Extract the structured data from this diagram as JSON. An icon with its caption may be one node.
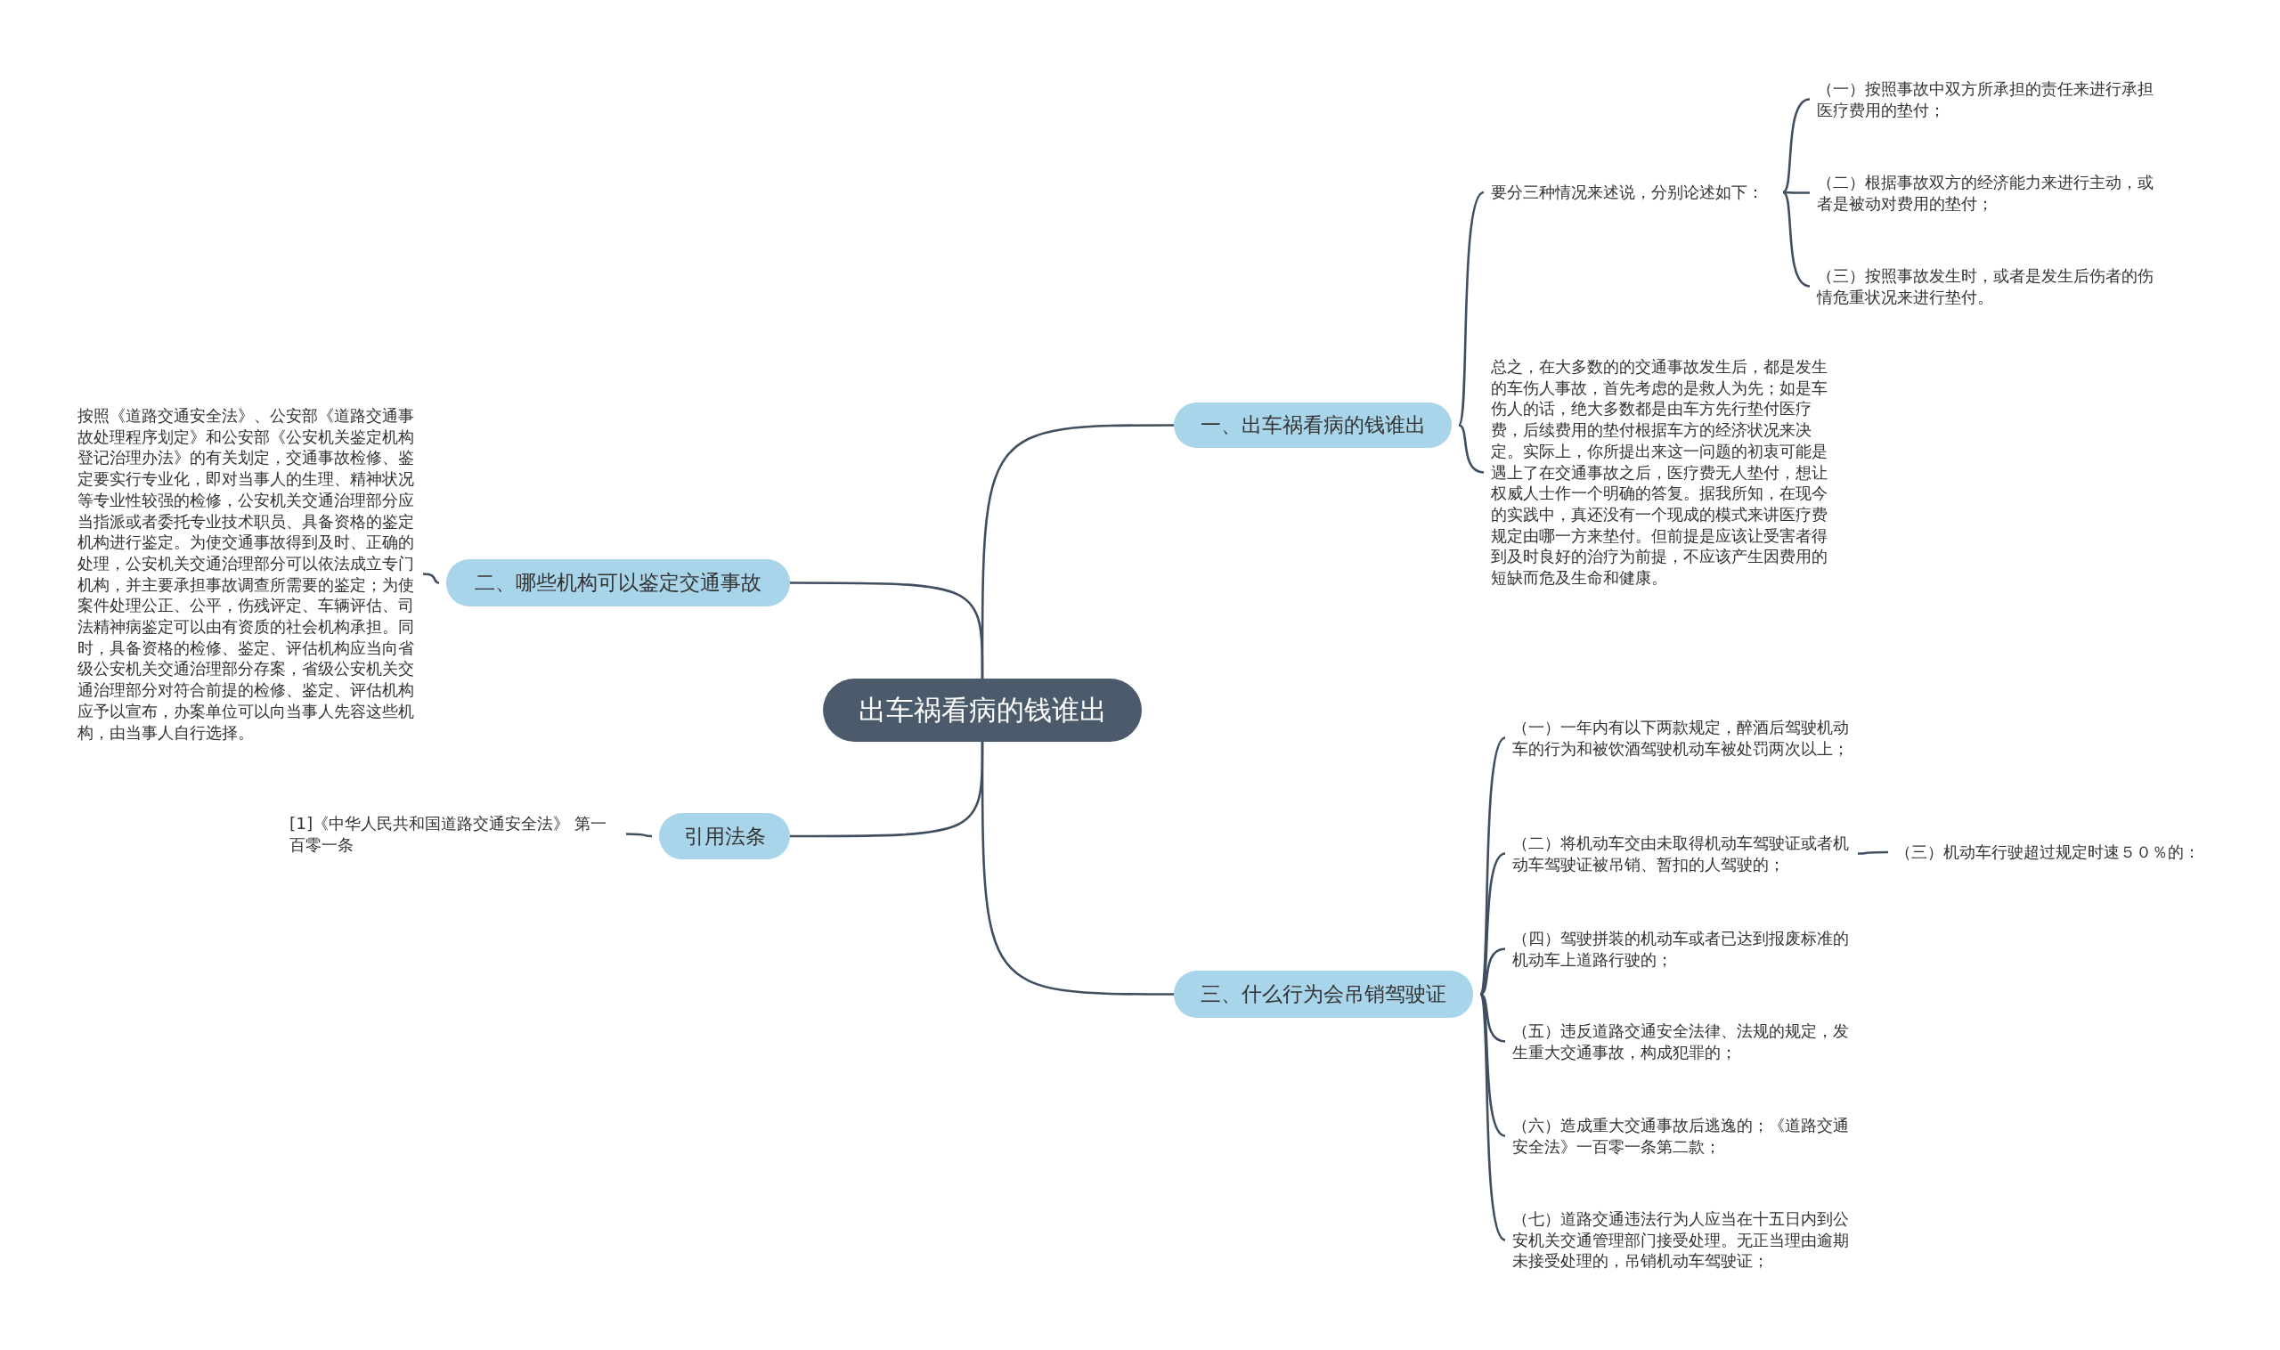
{
  "diagram": {
    "nodes": [
      {
        "text": [
          "出车祸看病的钱谁出"
        ]
      },
      {
        "text": [
          "一、出车祸看病的钱谁出"
        ]
      },
      {
        "text": [
          "要分三种情况来述说，分别论述如下："
        ]
      },
      {
        "text": [
          "（一）按照事故中双方所承担的责任来进行承担医疗费用的垫付；"
        ]
      },
      {
        "text": [
          "（二）根据事故双方的经济能力来进行主动，或者是被动对费用的垫付；"
        ]
      },
      {
        "text": [
          "（三）按照事故发生时，或者是发生后伤者的伤情危重状况来进行垫付。"
        ]
      },
      {
        "text": [
          "总之，在大多数的的交通事故发生后，都是发生的车伤人事故，首先考虑的是救人为先；如是车伤人的话，绝大多数都是由车方先行垫付医疗费，后续费用的垫付根据车方的经济状况来决定。实际上，你所提出来这一问题的初衷可能是遇上了在交通事故之后，医疗费无人垫付，想让权威人士作一个明确的答复。据我所知，在现今的实践中，真还没有一个现成的模式来讲医疗费规定由哪一方来垫付。但前提是应该让受害者得到及时良好的治疗为前提，不应该产生因费用的短缺而危及生命和健康。"
        ]
      },
      {
        "text": [
          "二、哪些机构可以鉴定交通事故"
        ]
      },
      {
        "text": [
          "按照《道路交通安全法》、公安部《道路交通事故处理程序划定》和公安部《公安机关鉴定机构登记治理办法》的有关划定，交通事故检修、鉴定要实行专业化，即对当事人的生理、精神状况等专业性较强的检修，公安机关交通治理部分应当指派或者委托专业技术职员、具备资格的鉴定机构进行鉴定。为使交通事故得到及时、正确的处理，公安机关交通治理部分可以依法成立专门机构，并主要承担事故调查所需要的鉴定；为使案件处理公正、公平，伤残评定、车辆评估、司法精神病鉴定可以由有资质的社会机构承担。同时，具备资格的检修、鉴定、评估机构应当向省级公安机关交通治理部分存案，省级公安机关交通治理部分对符合前提的检修、鉴定、评估机构应予以宣布，办案单位可以向当事人先容这些机构，由当事人自行选择。"
        ]
      },
      {
        "text": [
          "引用法条"
        ]
      },
      {
        "text": [
          "[1]《中华人民共和国道路交通安全法》 第一百零一条"
        ]
      },
      {
        "text": [
          "三、什么行为会吊销驾驶证"
        ]
      },
      {
        "text": [
          "（一）一年内有以下两款规定，醉酒后驾驶机动车的行为和被饮酒驾驶机动车被处罚两次以上；"
        ]
      },
      {
        "text": [
          "（二）将机动车交由未取得机动车驾驶证或者机动车驾驶证被吊销、暂扣的人驾驶的；"
        ]
      },
      {
        "text": [
          "（三）机动车行驶超过规定时速５０％的："
        ]
      },
      {
        "text": [
          "（四）驾驶拼装的机动车或者已达到报废标准的机动车上道路行驶的；"
        ]
      },
      {
        "text": [
          "（五）违反道路交通安全法律、法规的规定，发生重大交通事故，构成犯罪的；"
        ]
      },
      {
        "text": [
          "（六）造成重大交通事故后逃逸的；《道路交通安全法》一百零一条第二款；"
        ]
      },
      {
        "text": [
          "（七）道路交通违法行为人应当在十五日内到公安机关交通管理部门接受处理。无正当理由逾期未接受处理的，吊销机动车驾驶证；"
        ]
      }
    ],
    "edges": [
      {
        "from": 0,
        "to": 1,
        "arrow": "none"
      },
      {
        "from": 0,
        "to": 7,
        "arrow": "none"
      },
      {
        "from": 0,
        "to": 9,
        "arrow": "none"
      },
      {
        "from": 0,
        "to": 11,
        "arrow": "none"
      },
      {
        "from": 1,
        "to": 2,
        "arrow": "none"
      },
      {
        "from": 1,
        "to": 6,
        "arrow": "none"
      },
      {
        "from": 2,
        "to": 3,
        "arrow": "none"
      },
      {
        "from": 2,
        "to": 4,
        "arrow": "none"
      },
      {
        "from": 2,
        "to": 5,
        "arrow": "none"
      },
      {
        "from": 7,
        "to": 8,
        "arrow": "none"
      },
      {
        "from": 9,
        "to": 10,
        "arrow": "none"
      },
      {
        "from": 11,
        "to": 12,
        "arrow": "none"
      },
      {
        "from": 11,
        "to": 13,
        "arrow": "none"
      },
      {
        "from": 13,
        "to": 14,
        "arrow": "none"
      },
      {
        "from": 11,
        "to": 15,
        "arrow": "none"
      },
      {
        "from": 11,
        "to": 16,
        "arrow": "none"
      },
      {
        "from": 11,
        "to": 17,
        "arrow": "none"
      },
      {
        "from": 11,
        "to": 18,
        "arrow": "none"
      }
    ]
  }
}
